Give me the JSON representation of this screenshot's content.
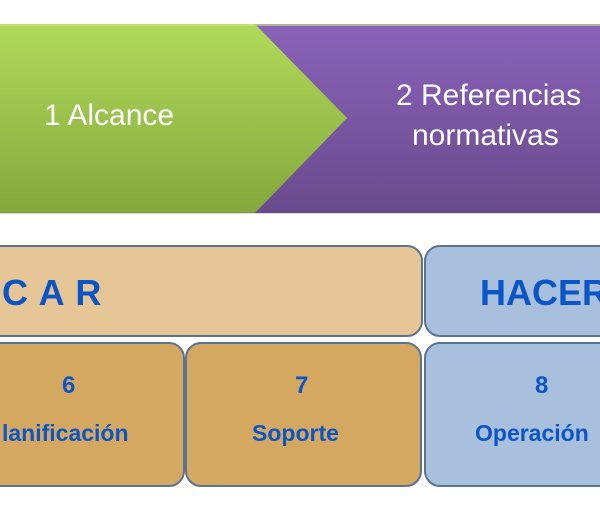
{
  "top_row": [
    {
      "label": "1 Alcance",
      "color": "#9cc84a"
    },
    {
      "label_line1": "2 Referencias",
      "label_line2": "normativas",
      "color": "#7b57a3"
    }
  ],
  "phases": [
    {
      "label": "C A R",
      "color": "#e6c597"
    },
    {
      "label": "HACER",
      "color": "#a8c0de"
    }
  ],
  "clauses": [
    {
      "number": "6",
      "label": "lanificación",
      "color": "#d5a862"
    },
    {
      "number": "7",
      "label": "Soporte",
      "color": "#d5a862"
    },
    {
      "number": "8",
      "label": "Operación",
      "color": "#a8c0de"
    }
  ],
  "text_color": "#0c55c6"
}
